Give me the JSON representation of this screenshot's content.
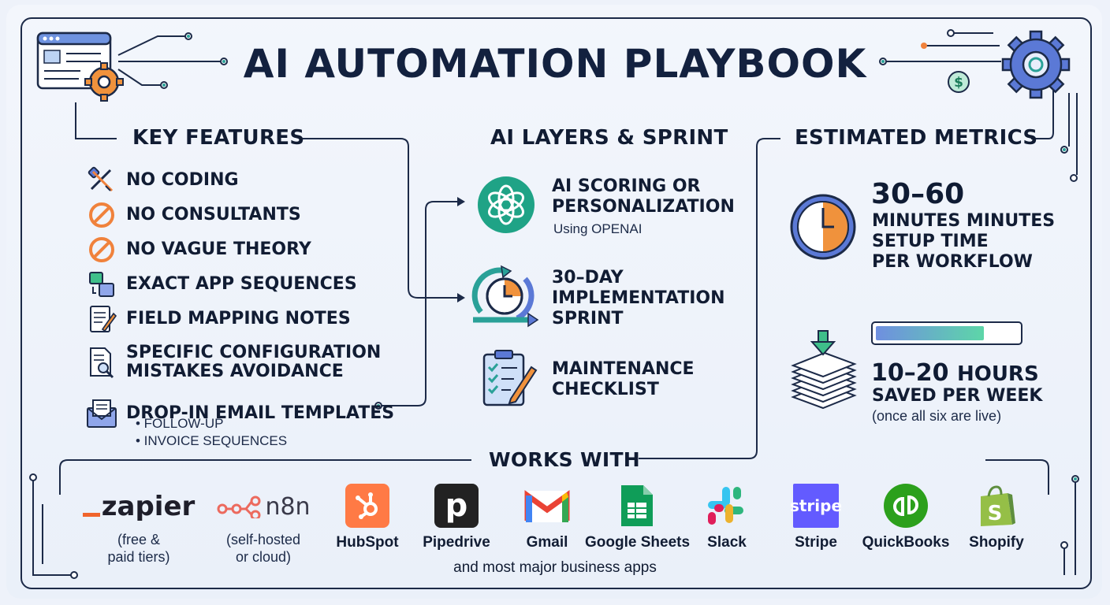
{
  "title": "AI AUTOMATION PLAYBOOK",
  "key_features": {
    "heading": "KEY FEATURES",
    "items": [
      {
        "label": "NO CODING",
        "icon": "no-coding-icon"
      },
      {
        "label": "NO CONSULTANTS",
        "icon": "prohibited-icon"
      },
      {
        "label": "NO VAGUE THEORY",
        "icon": "prohibited-icon"
      },
      {
        "label": "EXACT APP SEQUENCES",
        "icon": "app-sequence-icon"
      },
      {
        "label": "FIELD MAPPING NOTES",
        "icon": "notes-pencil-icon"
      },
      {
        "label": "SPECIFIC CONFIGURATION",
        "label2": "MISTAKES AVOIDANCE",
        "icon": "document-search-icon"
      },
      {
        "label": "DROP-IN EMAIL TEMPLATES",
        "icon": "email-icon"
      }
    ],
    "email_subitems": [
      "• FOLLOW-UP",
      "• INVOICE SEQUENCES"
    ]
  },
  "ai_layers": {
    "heading": "AI LAYERS & SPRINT",
    "items": [
      {
        "line1": "AI SCORING OR",
        "line2": "PERSONALIZATION",
        "sub": "Using OPENAI",
        "icon": "openai-icon"
      },
      {
        "line1": "30–DAY",
        "line2": "IMPLEMENTATION",
        "line3": "SPRINT",
        "icon": "cycle-clock-icon"
      },
      {
        "line1": "MAINTENANCE",
        "line2": "CHECKLIST",
        "icon": "checklist-icon"
      }
    ]
  },
  "metrics": {
    "heading": "ESTIMATED METRICS",
    "setup": {
      "big": "30–60",
      "line1": "MINUTES MINUTES",
      "line2": "SETUP TIME",
      "line3": "PER WORKFLOW"
    },
    "saved": {
      "big": "10–20",
      "big_unit": "HOURS",
      "line1": "SAVED PER WEEK",
      "note": "(once all six are live)",
      "progress": 0.76
    }
  },
  "works_with": {
    "heading": "WORKS WITH",
    "tools": [
      {
        "name": "zapier",
        "note1": "(free &",
        "note2": "paid tiers)"
      },
      {
        "name": "n8n",
        "note1": "(self-hosted",
        "note2": "or cloud)"
      },
      {
        "name": "HubSpot"
      },
      {
        "name": "Pipedrive"
      },
      {
        "name": "Gmail"
      },
      {
        "name": "Google Sheets"
      },
      {
        "name": "Slack"
      },
      {
        "name": "Stripe",
        "logo_text": "stripe"
      },
      {
        "name": "QuickBooks"
      },
      {
        "name": "Shopify"
      }
    ],
    "footnote": "and most major business apps"
  },
  "colors": {
    "navy": "#1c2a48",
    "teal": "#2aa198",
    "orange": "#f0823c",
    "blue": "#3f6fc9"
  }
}
